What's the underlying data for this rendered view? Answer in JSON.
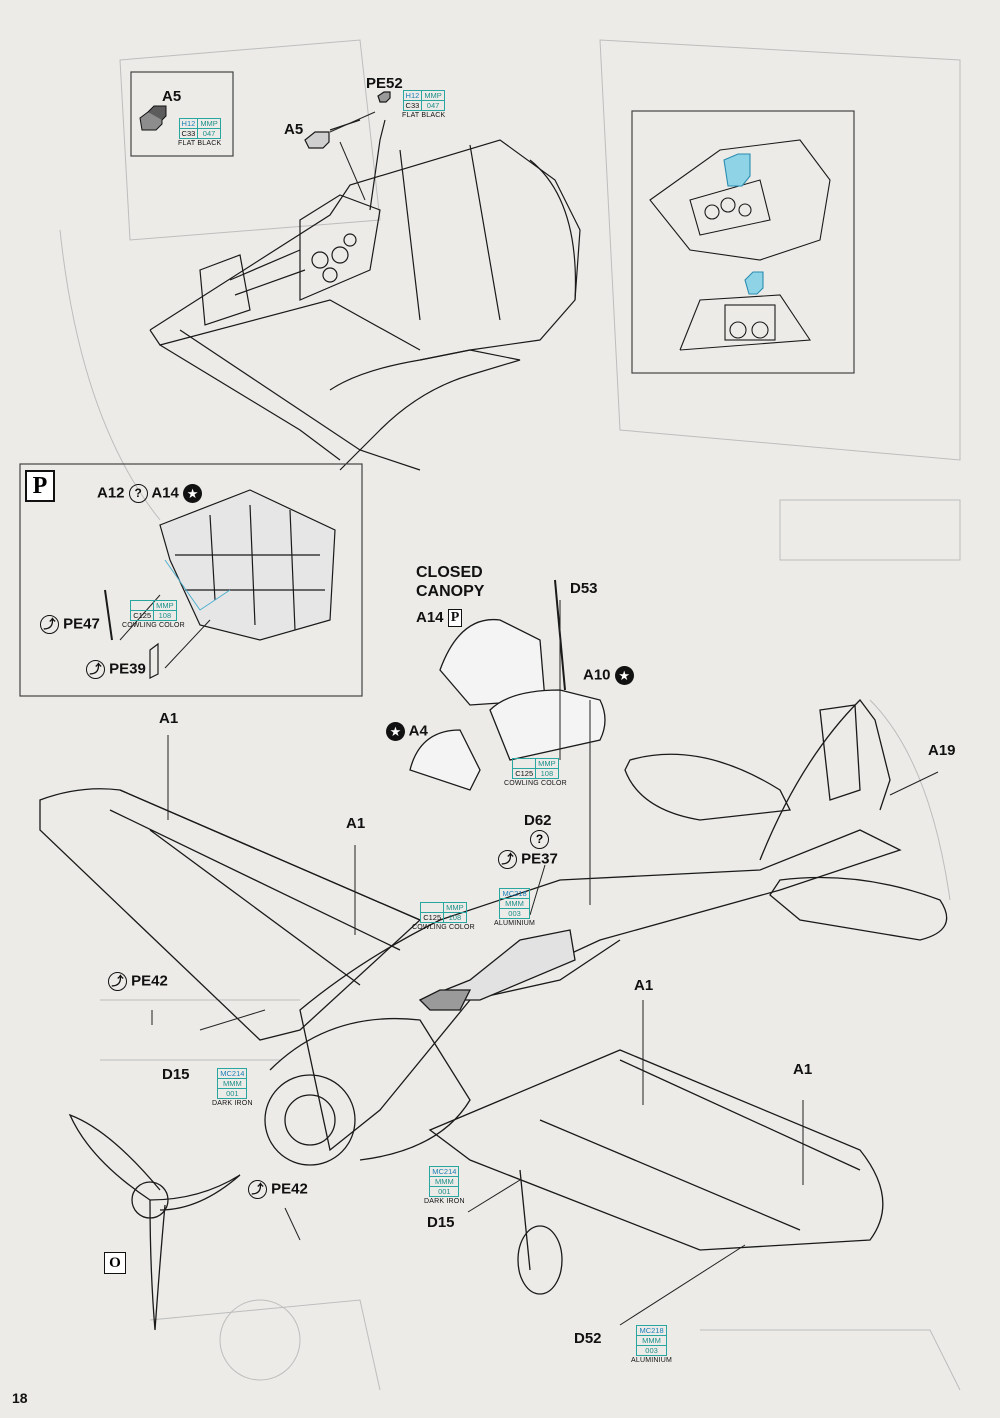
{
  "page_number": "18",
  "colors": {
    "mmp_teal": "#2aa6a0",
    "code_blue": "#1a7fb5",
    "line": "#222222"
  },
  "inset_a5": {
    "part": "A5",
    "paint": {
      "code1": "H12",
      "code2": "MMP",
      "code3": "C33",
      "code4": "047",
      "name": "FLAT BLACK"
    }
  },
  "top": {
    "pe52": "PE52",
    "a5": "A5",
    "paint": {
      "code1": "H12",
      "code2": "MMP",
      "code3": "C33",
      "code4": "047",
      "name": "FLAT BLACK"
    }
  },
  "inset_p": {
    "badge": "P",
    "a12": "A12",
    "a12_symbol": "?",
    "a14": "A14",
    "a14_symbol": "★",
    "pe47": "PE47",
    "pe39": "PE39",
    "pe_symbol": "⤴",
    "paint": {
      "code1": "MMP",
      "code2": "C125",
      "code3": "108",
      "name": "COWLING COLOR"
    }
  },
  "canopy": {
    "closed_title_1": "CLOSED",
    "closed_title_2": "CANOPY",
    "a14": "A14",
    "a14_badge": "P",
    "d53": "D53",
    "a10": "A10",
    "a4": "A4",
    "star": "★",
    "paint": {
      "code1": "MMP",
      "code2": "C125",
      "code3": "108",
      "name": "COWLING COLOR"
    }
  },
  "cockpit": {
    "d62": "D62",
    "d62_symbol": "?",
    "pe37": "PE37",
    "alu_paint": {
      "code1": "MC218",
      "code2": "MMM",
      "code3": "003",
      "name": "ALUMINIUM"
    },
    "cowl_paint": {
      "code1": "MMP",
      "code2": "C125",
      "code3": "108",
      "name": "COWLING COLOR"
    }
  },
  "airframe": {
    "a1_labels": [
      "A1",
      "A1",
      "A1",
      "A1"
    ],
    "a19": "A19",
    "pe42_upper": "PE42",
    "pe42_lower": "PE42",
    "d15_left": "D15",
    "d15_right": "D15",
    "d52": "D52",
    "o_badge": "O",
    "iron_paint": {
      "code1": "MC214",
      "code2": "MMM",
      "code3": "001",
      "name": "DARK IRON"
    },
    "alu_paint": {
      "code1": "MC218",
      "code2": "MMM",
      "code3": "003",
      "name": "ALUMINIUM"
    }
  }
}
